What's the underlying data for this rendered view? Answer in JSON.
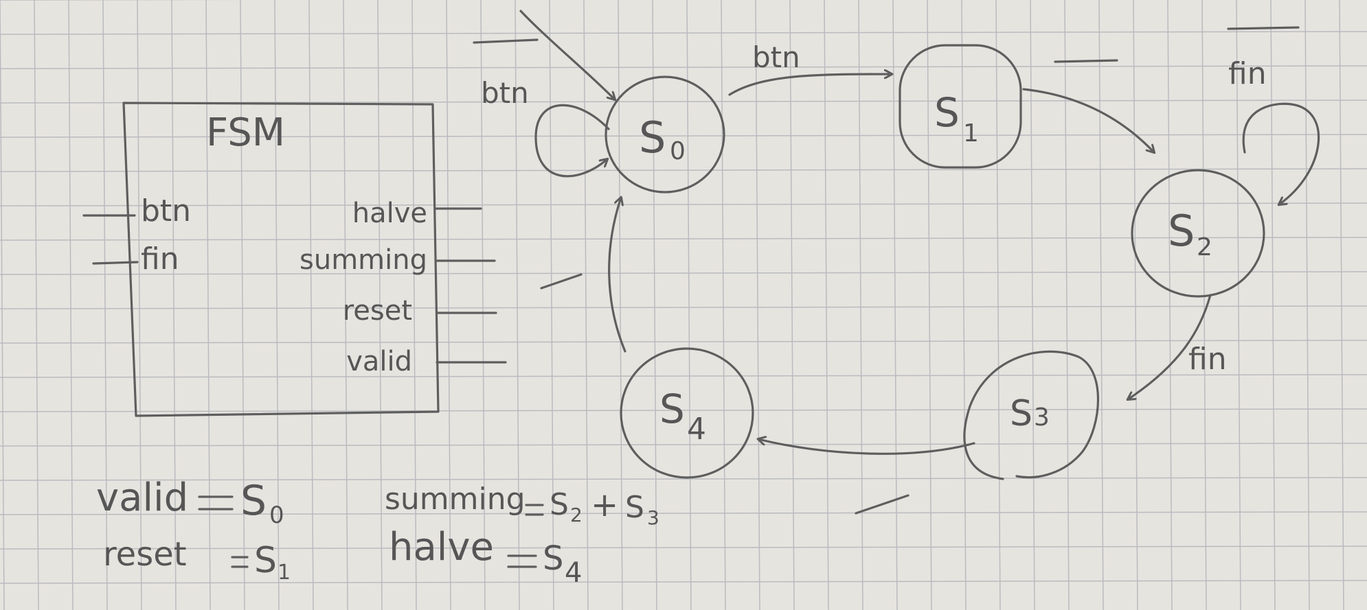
{
  "colors": {
    "paper": "#e6e4df",
    "grid": "#b9bbbf",
    "pencil": "#5e5e5e"
  },
  "fsm_block": {
    "title": "FSM",
    "inputs": [
      "btn",
      "fin"
    ],
    "outputs": [
      "halve",
      "summing",
      "reset",
      "valid"
    ]
  },
  "states": [
    {
      "id": "s0",
      "label": "S",
      "sub": "0"
    },
    {
      "id": "s1",
      "label": "S",
      "sub": "1"
    },
    {
      "id": "s2",
      "label": "S",
      "sub": "2"
    },
    {
      "id": "s3",
      "label": "S",
      "sub": "3"
    },
    {
      "id": "s4",
      "label": "S",
      "sub": "4"
    }
  ],
  "transitions": {
    "s0_self": "btn",
    "s0_to_s1": "btn",
    "s1_to_s2": "",
    "s2_self": "fin",
    "s2_to_s3": "fin",
    "s3_to_s4": "",
    "s4_to_s0": ""
  },
  "equations": {
    "valid": {
      "lhs": "valid",
      "rhs": "S",
      "sub": "0"
    },
    "reset": {
      "lhs": "reset",
      "rhs": "S",
      "sub": "1"
    },
    "summing": {
      "lhs": "summing",
      "rhs_a": "S",
      "sub_a": "2",
      "plus": "+",
      "rhs_b": "S",
      "sub_b": "3"
    },
    "halve": {
      "lhs": "halve",
      "rhs": "S",
      "sub": "4"
    }
  }
}
